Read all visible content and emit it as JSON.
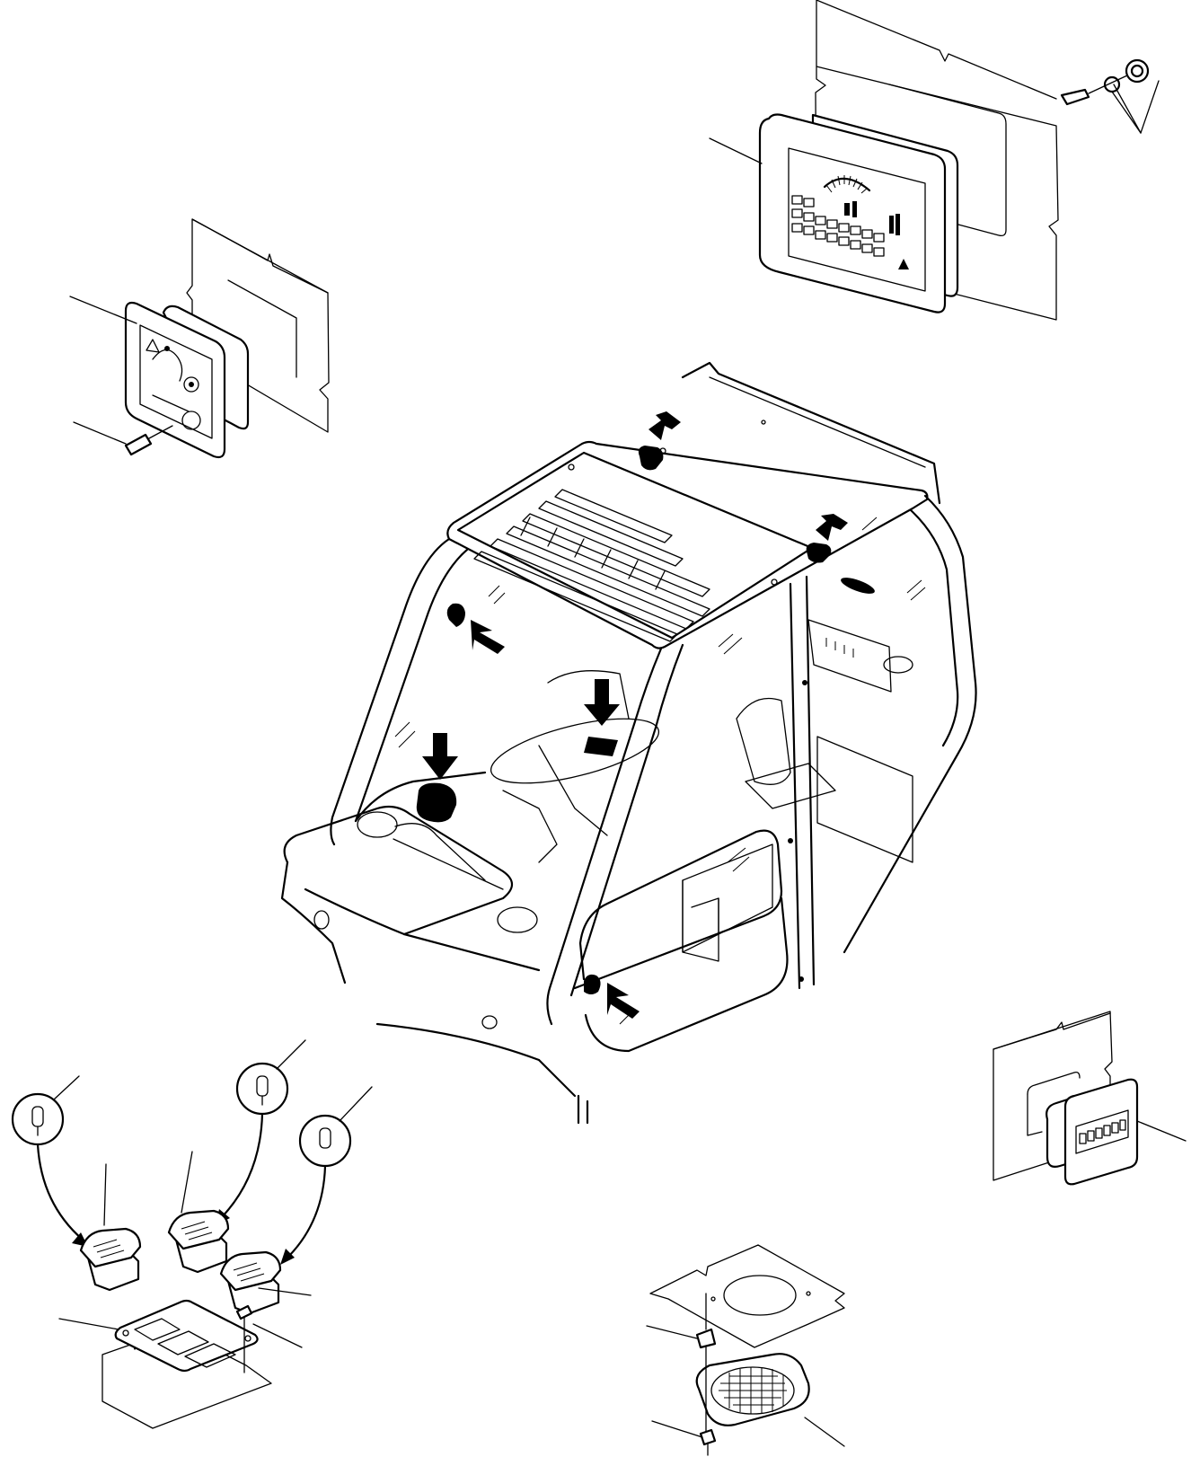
{
  "figure": {
    "title": "",
    "caption": "",
    "callout_labels": []
  },
  "parts": [
    {
      "id": "instrument-panel",
      "icon": "instrument-cluster-icon"
    },
    {
      "id": "key-switch-panel",
      "icon": "key-switch-icon"
    },
    {
      "id": "operator-cab",
      "icon": "cab-icon"
    },
    {
      "id": "hour-meter",
      "icon": "hour-meter-icon",
      "digits": "000000"
    },
    {
      "id": "rocker-switches",
      "icon": "rocker-switch-icon",
      "count": 3
    },
    {
      "id": "switch-bulbs",
      "icon": "bulb-icon",
      "count": 3
    },
    {
      "id": "switch-mounting-plate",
      "icon": "plate-icon"
    },
    {
      "id": "speaker",
      "icon": "speaker-icon"
    },
    {
      "id": "location-arrows",
      "icon": "arrow-icon",
      "count": 7
    }
  ],
  "colors": {
    "line": "#000000",
    "background": "#ffffff"
  }
}
